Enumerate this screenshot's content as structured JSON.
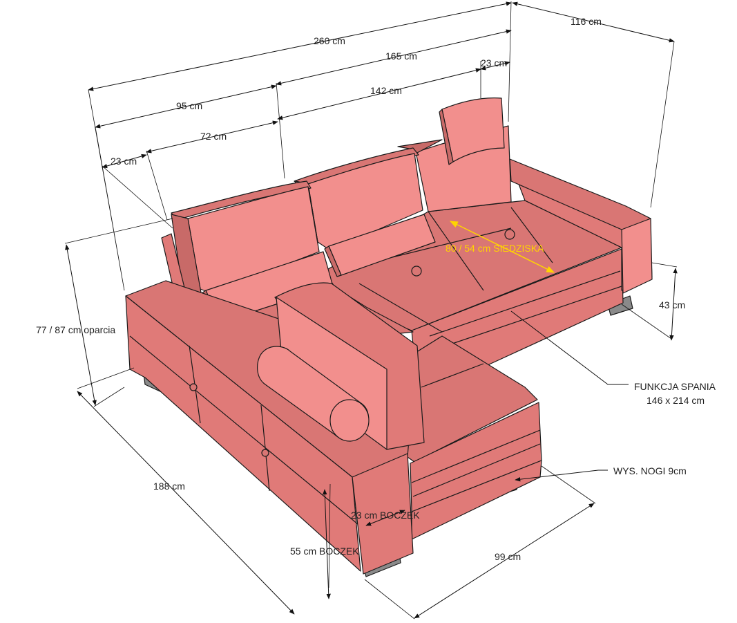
{
  "colors": {
    "face_light": "#f28f8d",
    "face_mid": "#e07a78",
    "face_dark": "#c86a68",
    "face_top": "#d97674",
    "accent_seat": "#ffd400",
    "leg": "#888888"
  },
  "dimensions": {
    "total_width": "260 cm",
    "section_165": "165 cm",
    "depth_116": "116 cm",
    "section_95": "95 cm",
    "section_142": "142 cm",
    "armrest_right": "23 cm",
    "section_72": "72 cm",
    "armrest_left": "23 cm",
    "backrest_height": "77 / 87 cm oparcia",
    "seat_height": "43 cm",
    "chaise_length": "188 cm",
    "chaise_width": "99 cm",
    "side_width": "23 cm BOCZEK",
    "side_height": "55 cm BOCZEK"
  },
  "annotations": {
    "seat_depth": "80 / 54 cm SIEDZISKA",
    "sleep_function_line1": "FUNKCJA SPANIA",
    "sleep_function_line2": "146 x 214 cm",
    "leg_height": "WYS. NOGI 9cm"
  }
}
